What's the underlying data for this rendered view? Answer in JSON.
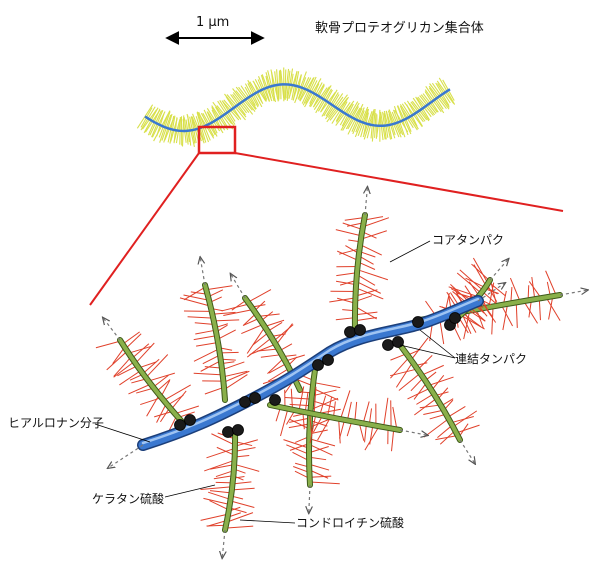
{
  "scale_label": "1 μm",
  "title": "軟骨プロテオグリカン集合体",
  "labels": {
    "core_protein": "コアタンパク",
    "link_protein": "連結タンパク",
    "hyaluronan": "ヒアルロナン分子",
    "keratan_sulfate": "ケラタン硫酸",
    "chondroitin_sulfate": "コンドロイチン硫酸"
  },
  "colors": {
    "hyaluronan": "#3a78d0",
    "core_protein": "#8ab04a",
    "chondroitin": "#e0402a",
    "bristles_overview": "#d8e04a",
    "zoom_box": "#e02020",
    "link_protein": "#1a1a1a"
  }
}
